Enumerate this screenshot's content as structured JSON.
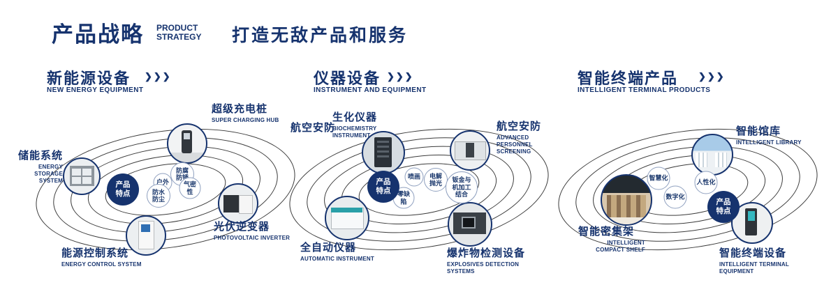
{
  "header": {
    "title": "产品战略",
    "subtitle_line1": "PRODUCT",
    "subtitle_line2": "STRATEGY",
    "tagline": "打造无敌产品和服务"
  },
  "icons": {
    "triple_chevron": "❯❯❯"
  },
  "colors": {
    "navy": "#16336e",
    "badge_bg": "#16336e",
    "orbit_line": "#3a3a3a",
    "bubble_border": "#8fa0bf"
  },
  "sections": [
    {
      "title": "新能源设备",
      "subtitle": "NEW ENERGY EQUIPMENT",
      "badge": "产品特点",
      "features": [
        "户外",
        "防腐防锈",
        "气密性",
        "防水防尘"
      ],
      "products": [
        {
          "name": "储能系统",
          "en": "ENERGY STORAGE SYSTEM"
        },
        {
          "name": "超级充电桩",
          "en": "SUPER CHARGING HUB"
        },
        {
          "name": "光伏逆变器",
          "en": "PHOTOVOLTAIC INVERTER"
        },
        {
          "name": "能源控制系统",
          "en": "ENERGY CONTROL SYSTEM"
        }
      ]
    },
    {
      "title": "仪器设备",
      "subtitle": "INSTRUMENT AND EQUIPMENT",
      "badge": "产品特点",
      "side_label": "航空安防",
      "features": [
        "喷画",
        "电解抛光",
        "钣金与机加工结合",
        "零缺陷"
      ],
      "products": [
        {
          "name": "生化仪器",
          "en": "BIOCHEMISTRY INSTRUMENT"
        },
        {
          "name": "航空安防",
          "en": "ADVANCED PERSONNEL SCREENING"
        },
        {
          "name": "全自动仪器",
          "en": "AUTOMATIC INSTRUMENT"
        },
        {
          "name": "爆炸物检测设备",
          "en": "EXPLOSIVES DETECTION SYSTEMS"
        }
      ]
    },
    {
      "title": "智能终端产品",
      "subtitle": "INTELLIGENT TERMINAL PRODUCTS",
      "badge": "产品特点",
      "features": [
        "智慧化",
        "人性化",
        "数字化"
      ],
      "products": [
        {
          "name": "智能馆库",
          "en": "INTELLIGENT LIBRARY"
        },
        {
          "name": "智能密集架",
          "en": "INTELLIGENT COMPACT SHELF"
        },
        {
          "name": "智能终端设备",
          "en": "INTELLIGENT TERMINAL EQUIPMENT"
        }
      ]
    }
  ]
}
